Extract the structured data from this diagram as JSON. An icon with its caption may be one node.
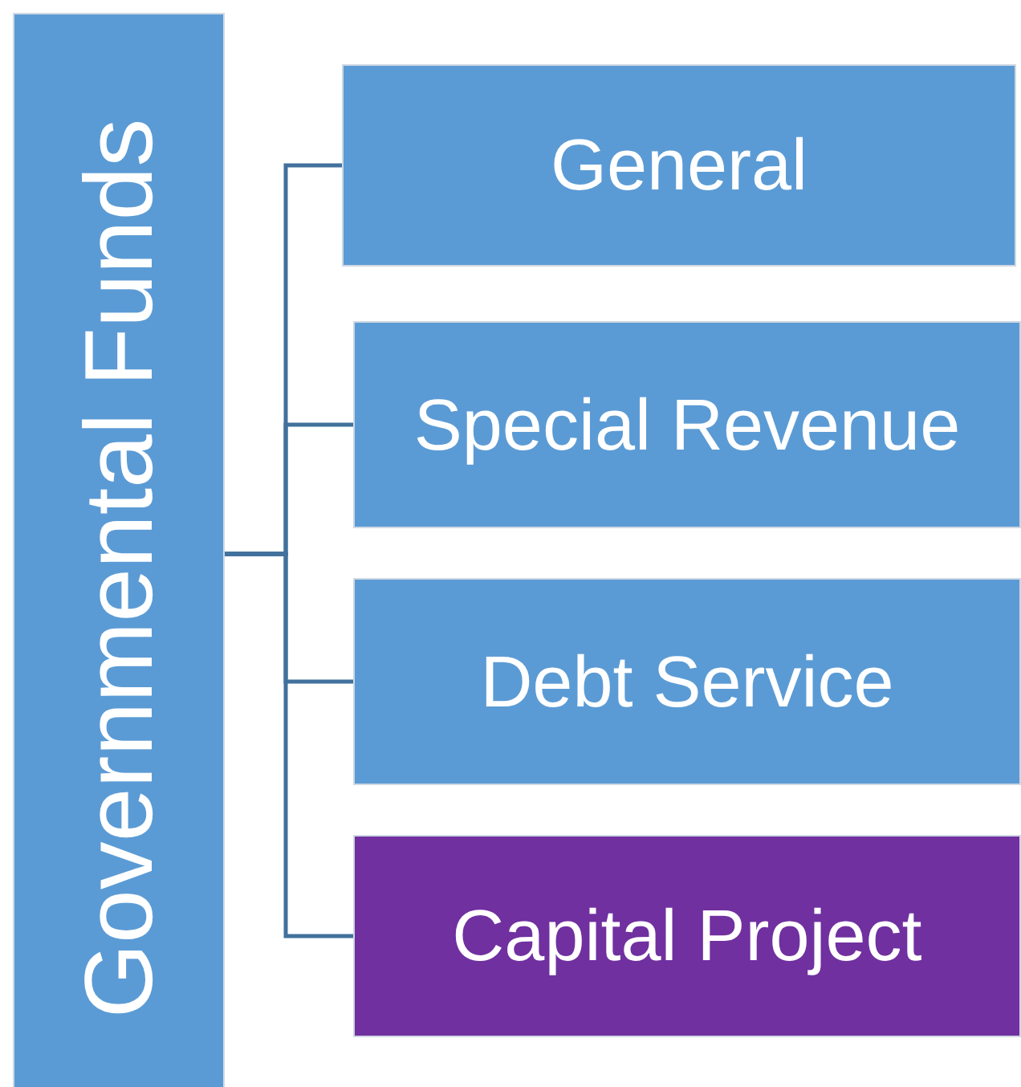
{
  "diagram": {
    "nodes": [
      {
        "text": [
          "Governmental Funds"
        ]
      },
      {
        "text": [
          "General"
        ]
      },
      {
        "text": [
          "Special Revenue"
        ]
      },
      {
        "text": [
          "Debt Service"
        ]
      },
      {
        "text": [
          "Capital Project"
        ]
      }
    ],
    "edges": [
      {
        "from": 0,
        "to": 1,
        "arrow": "none"
      },
      {
        "from": 0,
        "to": 2,
        "arrow": "none"
      },
      {
        "from": 0,
        "to": 3,
        "arrow": "none"
      },
      {
        "from": 0,
        "to": 4,
        "arrow": "none"
      }
    ]
  }
}
